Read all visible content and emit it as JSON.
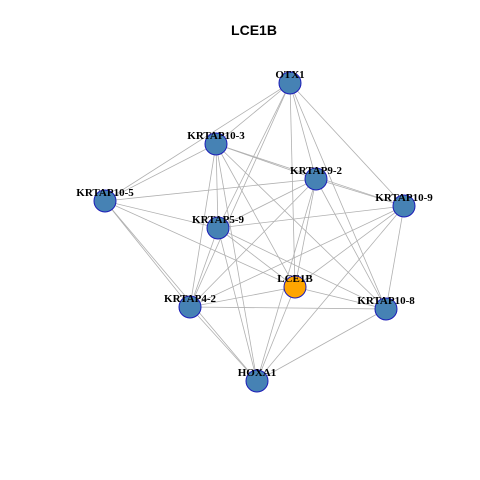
{
  "title": "LCE1B",
  "colors": {
    "node_default": "#4682B4",
    "node_highlight": "#FFA500",
    "node_border": "#1C1CB8",
    "edge": "#B0B0B0"
  },
  "nodes": [
    {
      "id": "OTX1",
      "label": "OTX1",
      "highlight": false
    },
    {
      "id": "KRTAP10-3",
      "label": "KRTAP10-3",
      "highlight": false
    },
    {
      "id": "KRTAP9-2",
      "label": "KRTAP9-2",
      "highlight": false
    },
    {
      "id": "KRTAP10-5",
      "label": "KRTAP10-5",
      "highlight": false
    },
    {
      "id": "KRTAP10-9",
      "label": "KRTAP10-9",
      "highlight": false
    },
    {
      "id": "KRTAP5-9",
      "label": "KRTAP5-9",
      "highlight": false
    },
    {
      "id": "LCE1B",
      "label": "LCE1B",
      "highlight": true
    },
    {
      "id": "KRTAP4-2",
      "label": "KRTAP4-2",
      "highlight": false
    },
    {
      "id": "KRTAP10-8",
      "label": "KRTAP10-8",
      "highlight": false
    },
    {
      "id": "HOXA1",
      "label": "HOXA1",
      "highlight": false
    }
  ],
  "edges": [
    [
      "OTX1",
      "KRTAP10-3"
    ],
    [
      "OTX1",
      "KRTAP9-2"
    ],
    [
      "OTX1",
      "KRTAP10-5"
    ],
    [
      "OTX1",
      "KRTAP10-9"
    ],
    [
      "OTX1",
      "KRTAP5-9"
    ],
    [
      "OTX1",
      "LCE1B"
    ],
    [
      "OTX1",
      "KRTAP4-2"
    ],
    [
      "OTX1",
      "KRTAP10-8"
    ],
    [
      "KRTAP10-3",
      "KRTAP9-2"
    ],
    [
      "KRTAP10-3",
      "KRTAP10-5"
    ],
    [
      "KRTAP10-3",
      "KRTAP10-9"
    ],
    [
      "KRTAP10-3",
      "KRTAP5-9"
    ],
    [
      "KRTAP10-3",
      "LCE1B"
    ],
    [
      "KRTAP10-3",
      "KRTAP4-2"
    ],
    [
      "KRTAP10-3",
      "KRTAP10-8"
    ],
    [
      "KRTAP10-3",
      "HOXA1"
    ],
    [
      "KRTAP9-2",
      "KRTAP10-5"
    ],
    [
      "KRTAP9-2",
      "KRTAP10-9"
    ],
    [
      "KRTAP9-2",
      "KRTAP5-9"
    ],
    [
      "KRTAP9-2",
      "LCE1B"
    ],
    [
      "KRTAP9-2",
      "KRTAP4-2"
    ],
    [
      "KRTAP9-2",
      "KRTAP10-8"
    ],
    [
      "KRTAP9-2",
      "HOXA1"
    ],
    [
      "KRTAP10-5",
      "KRTAP5-9"
    ],
    [
      "KRTAP10-5",
      "LCE1B"
    ],
    [
      "KRTAP10-5",
      "KRTAP4-2"
    ],
    [
      "KRTAP10-5",
      "HOXA1"
    ],
    [
      "KRTAP10-9",
      "KRTAP5-9"
    ],
    [
      "KRTAP10-9",
      "LCE1B"
    ],
    [
      "KRTAP10-9",
      "KRTAP4-2"
    ],
    [
      "KRTAP10-9",
      "KRTAP10-8"
    ],
    [
      "KRTAP10-9",
      "HOXA1"
    ],
    [
      "KRTAP5-9",
      "LCE1B"
    ],
    [
      "KRTAP5-9",
      "KRTAP4-2"
    ],
    [
      "KRTAP5-9",
      "KRTAP10-8"
    ],
    [
      "KRTAP5-9",
      "HOXA1"
    ],
    [
      "LCE1B",
      "KRTAP4-2"
    ],
    [
      "LCE1B",
      "KRTAP10-8"
    ],
    [
      "LCE1B",
      "HOXA1"
    ],
    [
      "KRTAP4-2",
      "KRTAP10-8"
    ],
    [
      "KRTAP4-2",
      "HOXA1"
    ],
    [
      "KRTAP10-8",
      "HOXA1"
    ]
  ]
}
